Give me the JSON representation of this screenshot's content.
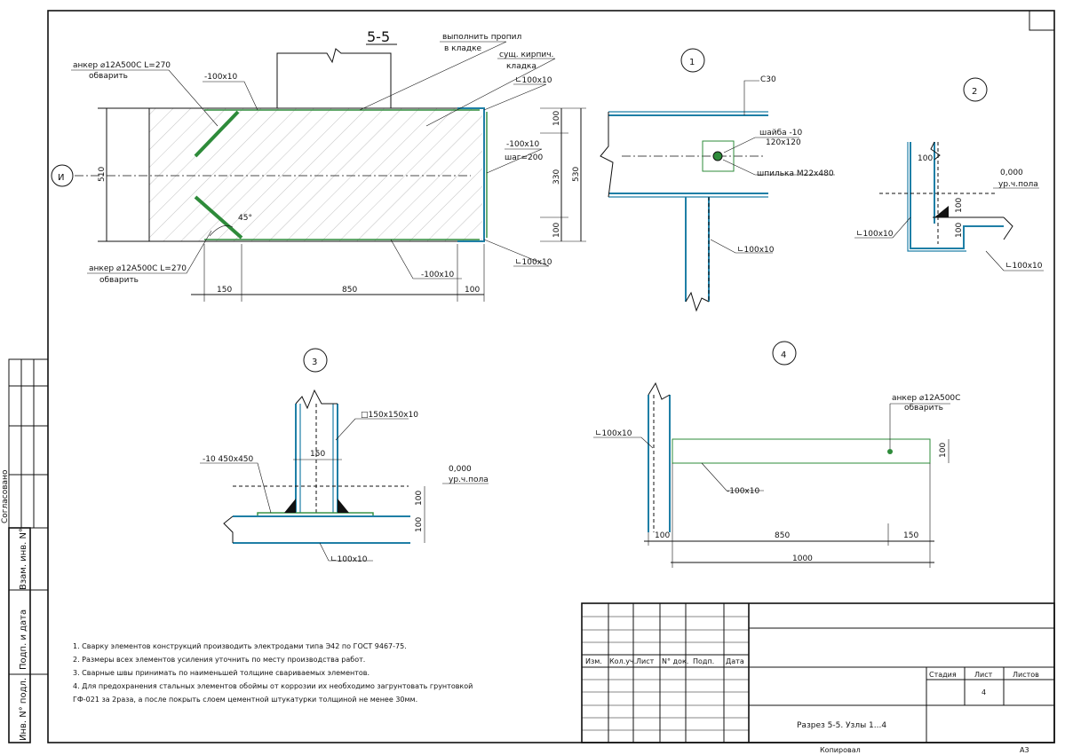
{
  "section": {
    "title": "5-5",
    "axis_label": "И",
    "notes": {
      "cut": "выполнить пропил",
      "cut2": "в кладке",
      "masonry": "сущ. кирпич.",
      "masonry2": "кладка",
      "anchor_top": "анкер ⌀12А500С L=270",
      "anchor_top2": "обварить",
      "anchor_bot": "анкер ⌀12А500С L=270",
      "anchor_bot2": "обварить",
      "plate_top": "-100x10",
      "plate_bot": "-100x10",
      "angle_top": "∟100x10",
      "angle_bot": "∟100x10",
      "plate_side": "-100x10",
      "step": "шаг=200",
      "angle45": "45°"
    },
    "dims": {
      "d150": "150",
      "d850": "850",
      "d100": "100",
      "h510": "510",
      "h100a": "100",
      "h330": "330",
      "h100b": "100",
      "h530": "530"
    }
  },
  "node1": {
    "number": "1",
    "channel": "С30",
    "washer": "шайба -10",
    "washer_size": "120x120",
    "stud": "шпилька М22х480",
    "angle": "∟100x10"
  },
  "node2": {
    "number": "2",
    "level_value": "0,000",
    "level_label": "ур.ч.пола",
    "angle_left": "∟100x10",
    "angle_right": "∟100x10",
    "d100": "100",
    "d100b": "100",
    "d100c": "100"
  },
  "node3": {
    "number": "3",
    "tube": "□150x150x10",
    "plate": "-10 450x450",
    "d150": "150",
    "level_value": "0,000",
    "level_label": "ур.ч.пола",
    "angle": "∟100x10",
    "d100": "100",
    "d100b": "100"
  },
  "node4": {
    "number": "4",
    "anchor": "анкер ⌀12А500С",
    "anchor2": "обварить",
    "angle": "∟100x10",
    "plate": "-100x10",
    "d100": "100",
    "d850": "850",
    "d150": "150",
    "d1000": "1000",
    "d100v": "100"
  },
  "notes": [
    "1.    Сварку элементов конструкций производить электродами типа Э42 по ГОСТ 9467-75.",
    "2.    Размеры всех элементов усиления уточнить по месту производства работ.",
    "3.    Сварные швы принимать по наименьшей толщине свариваемых элементов.",
    "4.    Для предохранения стальных элементов обоймы от коррозии их необходимо загрунтовать грунтовкой",
    "       ГФ-021 за 2раза, а после покрыть слоем цементной штукатурки толщиной не менее 30мм."
  ],
  "stamp": {
    "cols": [
      "Изм.",
      "Кол.уч.",
      "Лист",
      "N° док.",
      "Подп.",
      "Дата"
    ],
    "stage_label": "Стадия",
    "sheet_label": "Лист",
    "sheets_label": "Листов",
    "sheet_value": "4",
    "drawing_title": "Разрез 5-5. Узлы 1...4",
    "copied": "Копировал",
    "format": "А3"
  },
  "side": {
    "agreed": "Согласовано",
    "inv_repl": "Взам. инв. N°",
    "sign_date": "Подп. и дата",
    "inv_orig": "Инв. N° подл."
  }
}
